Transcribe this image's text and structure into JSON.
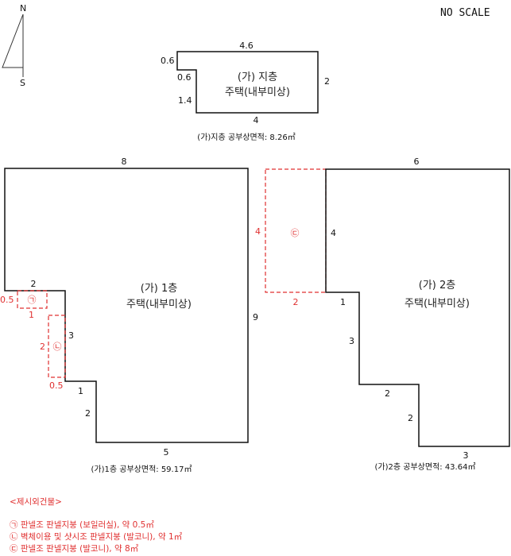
{
  "compass": {
    "north": "N",
    "south": "S"
  },
  "scale_note": "NO SCALE",
  "basement": {
    "label1": "(가) 지층",
    "label2": "주택(내부미상)",
    "dims": {
      "top": "4.6",
      "left_top": "0.6",
      "step": "0.6",
      "left_bottom": "1.4",
      "right": "2",
      "bottom": "4"
    },
    "caption": "(가)지층 공부상면적: 8.26㎡"
  },
  "floor1": {
    "label1": "(가) 1층",
    "label2": "주택(내부미상)",
    "dims": {
      "top": "8",
      "step_top": "2",
      "step_inner": "3",
      "step_lower": "1",
      "left_lower": "2",
      "right": "9",
      "bottom": "5"
    },
    "caption": "(가)1층 공부상면적: 59.17㎡",
    "extras": [
      {
        "mark": "㉠",
        "w": "1",
        "h": "0.5"
      },
      {
        "mark": "㉡",
        "w": "0.5",
        "h": "2"
      }
    ]
  },
  "floor2": {
    "label1": "(가) 2층",
    "label2": "주택(내부미상)",
    "dims": {
      "top": "6",
      "left_upper": "4",
      "step": "1",
      "left_mid": "3",
      "step2": "2",
      "left_low": "2",
      "bottom": "3"
    },
    "caption": "(가)2층 공부상면적: 43.64㎡",
    "extra": {
      "mark": "㉢",
      "w": "2",
      "h": "4"
    }
  },
  "notes": {
    "heading": "<제시외건물>",
    "items": [
      "㉠ 판넬조 판넬지붕 (보일러실), 약 0.5㎡",
      "㉡ 벽체이용 및 샷시조 판넬지붕 (발코니), 약 1㎡",
      "㉢ 판넬조 판넬지붕 (발코니), 약 8㎡"
    ]
  }
}
